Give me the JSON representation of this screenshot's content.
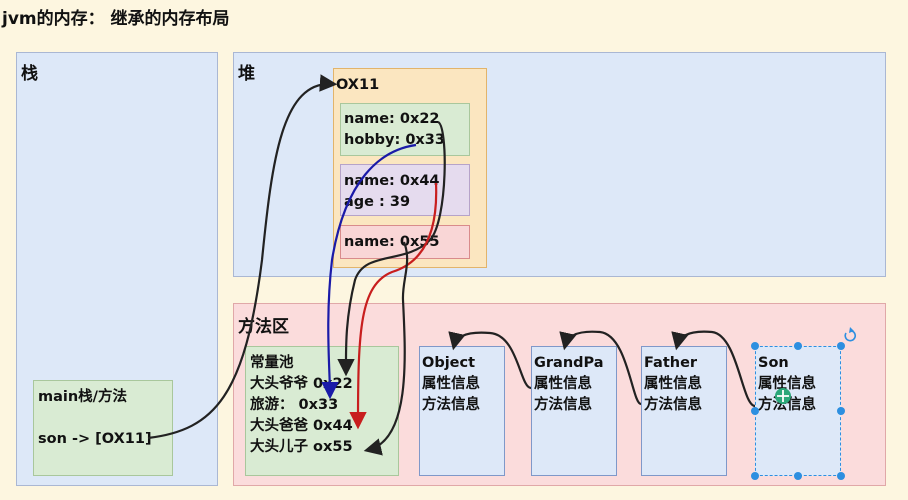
{
  "title": "jvm的内存： 继承的内存布局",
  "stack": {
    "label": "栈",
    "frame_title": "main栈/方法",
    "frame_var": "son -> [OX11]"
  },
  "heap": {
    "label": "堆",
    "object": {
      "addr": "OX11",
      "son_fields": [
        "name: 0x22",
        "hobby: 0x33"
      ],
      "father_fields": [
        "name: 0x44",
        "age :   39"
      ],
      "grandpa_fields": [
        "name: 0x55"
      ]
    }
  },
  "method_area": {
    "label": "方法区",
    "constant_pool": [
      "常量池",
      "大头爷爷 0x22",
      "旅游：  0x33",
      "大头爸爸 0x44",
      "大头儿子 ox55"
    ],
    "classes": [
      {
        "name": "Object",
        "line1": "属性信息",
        "line2": "方法信息"
      },
      {
        "name": "GrandPa",
        "line1": "属性信息",
        "line2": "方法信息"
      },
      {
        "name": "Father",
        "line1": "属性信息",
        "line2": "方法信息"
      },
      {
        "name": "Son",
        "line1": "属性信息",
        "line2": "方法信息"
      }
    ]
  },
  "colors": {
    "black_arrow": "#222222",
    "blue_arrow": "#1a1aa8",
    "red_arrow": "#c81e1e",
    "selection": "#2d8fe0",
    "cursor": "#2aa779"
  },
  "icons": [
    "rotate-icon",
    "move-cursor-icon"
  ]
}
